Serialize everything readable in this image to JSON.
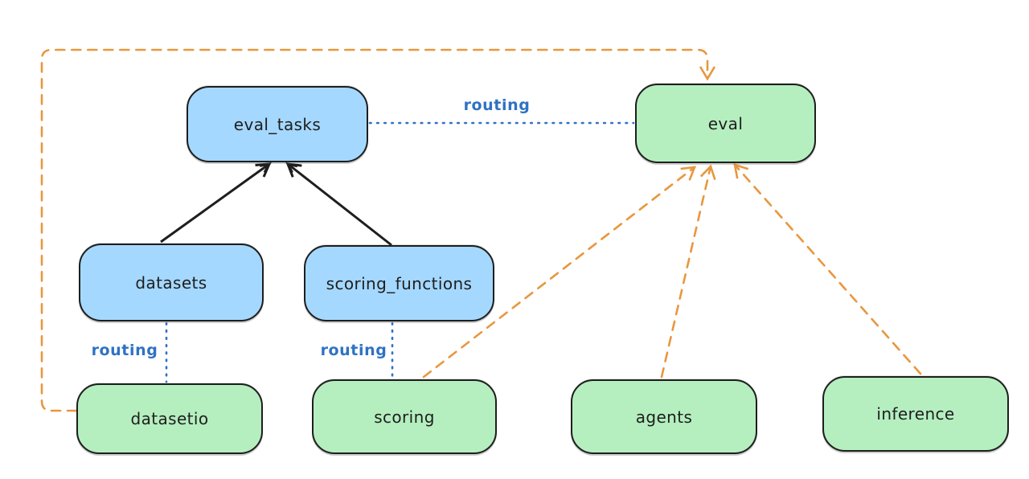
{
  "colors": {
    "node_blue_fill": "#a5d8ff",
    "node_green_fill": "#b5efbf",
    "node_border": "#1e1e1e",
    "routing_blue": "#2f72c4",
    "arrow_orange": "#e8973f",
    "arrow_black": "#1e1e1e",
    "canvas_bg": "#ffffff"
  },
  "nodes": {
    "eval_tasks": {
      "label": "eval_tasks",
      "color": "blue"
    },
    "eval": {
      "label": "eval",
      "color": "green"
    },
    "datasets": {
      "label": "datasets",
      "color": "blue"
    },
    "scoring_functions": {
      "label": "scoring_functions",
      "color": "blue"
    },
    "datasetio": {
      "label": "datasetio",
      "color": "green"
    },
    "scoring": {
      "label": "scoring",
      "color": "green"
    },
    "agents": {
      "label": "agents",
      "color": "green"
    },
    "inference": {
      "label": "inference",
      "color": "green"
    }
  },
  "edges": [
    {
      "from": "datasets",
      "to": "eval_tasks",
      "style": "solid-black-arrow",
      "label": ""
    },
    {
      "from": "scoring_functions",
      "to": "eval_tasks",
      "style": "solid-black-arrow",
      "label": ""
    },
    {
      "from": "eval_tasks",
      "to": "eval",
      "style": "dotted-blue",
      "label": "routing"
    },
    {
      "from": "datasets",
      "to": "datasetio",
      "style": "dotted-blue",
      "label": "routing"
    },
    {
      "from": "scoring_functions",
      "to": "scoring",
      "style": "dotted-blue",
      "label": "routing"
    },
    {
      "from": "datasetio",
      "to": "eval",
      "style": "dashed-orange-arrow",
      "label": ""
    },
    {
      "from": "scoring",
      "to": "eval",
      "style": "dashed-orange-arrow",
      "label": ""
    },
    {
      "from": "agents",
      "to": "eval",
      "style": "dashed-orange-arrow",
      "label": ""
    },
    {
      "from": "inference",
      "to": "eval",
      "style": "dashed-orange-arrow",
      "label": ""
    }
  ]
}
